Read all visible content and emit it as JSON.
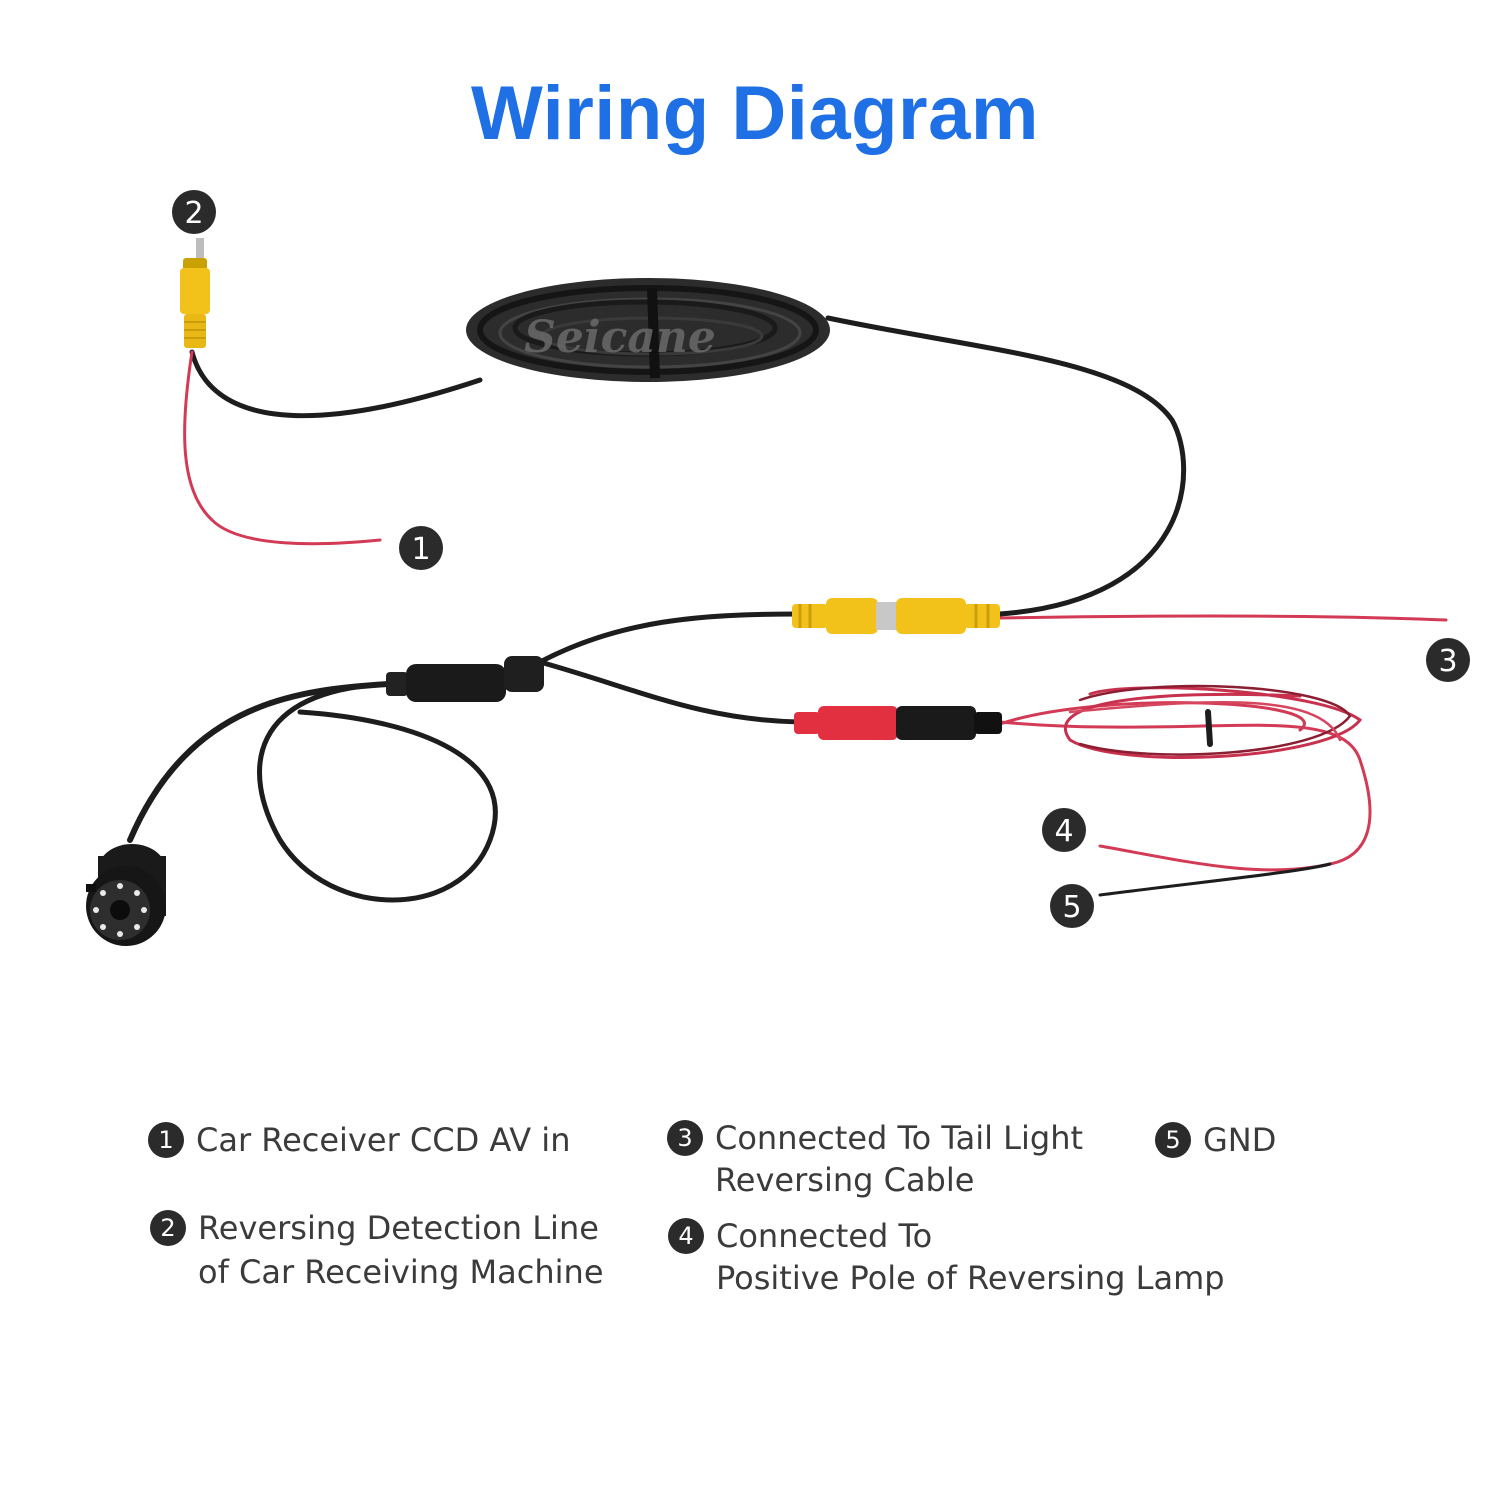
{
  "title": "Wiring Diagram",
  "watermark": "Seicane",
  "callouts": [
    "1",
    "2",
    "3",
    "4",
    "5"
  ],
  "legend": [
    {
      "num": "1",
      "lines": [
        "Car Receiver CCD AV in"
      ]
    },
    {
      "num": "2",
      "lines": [
        "Reversing Detection Line",
        "of Car Receiving Machine"
      ]
    },
    {
      "num": "3",
      "lines": [
        "Connected To Tail Light",
        "Reversing Cable"
      ]
    },
    {
      "num": "4",
      "lines": [
        "Connected To",
        "Positive Pole of Reversing Lamp"
      ]
    },
    {
      "num": "5",
      "lines": [
        "GND"
      ]
    }
  ],
  "colors": {
    "title": "#1f6fe5",
    "cable_black": "#1d1d1d",
    "wire_red": "#d23a55",
    "rca_yellow": "#f2c21b",
    "plug_red": "#e23040",
    "callout_badge": "#2b2b2b"
  }
}
